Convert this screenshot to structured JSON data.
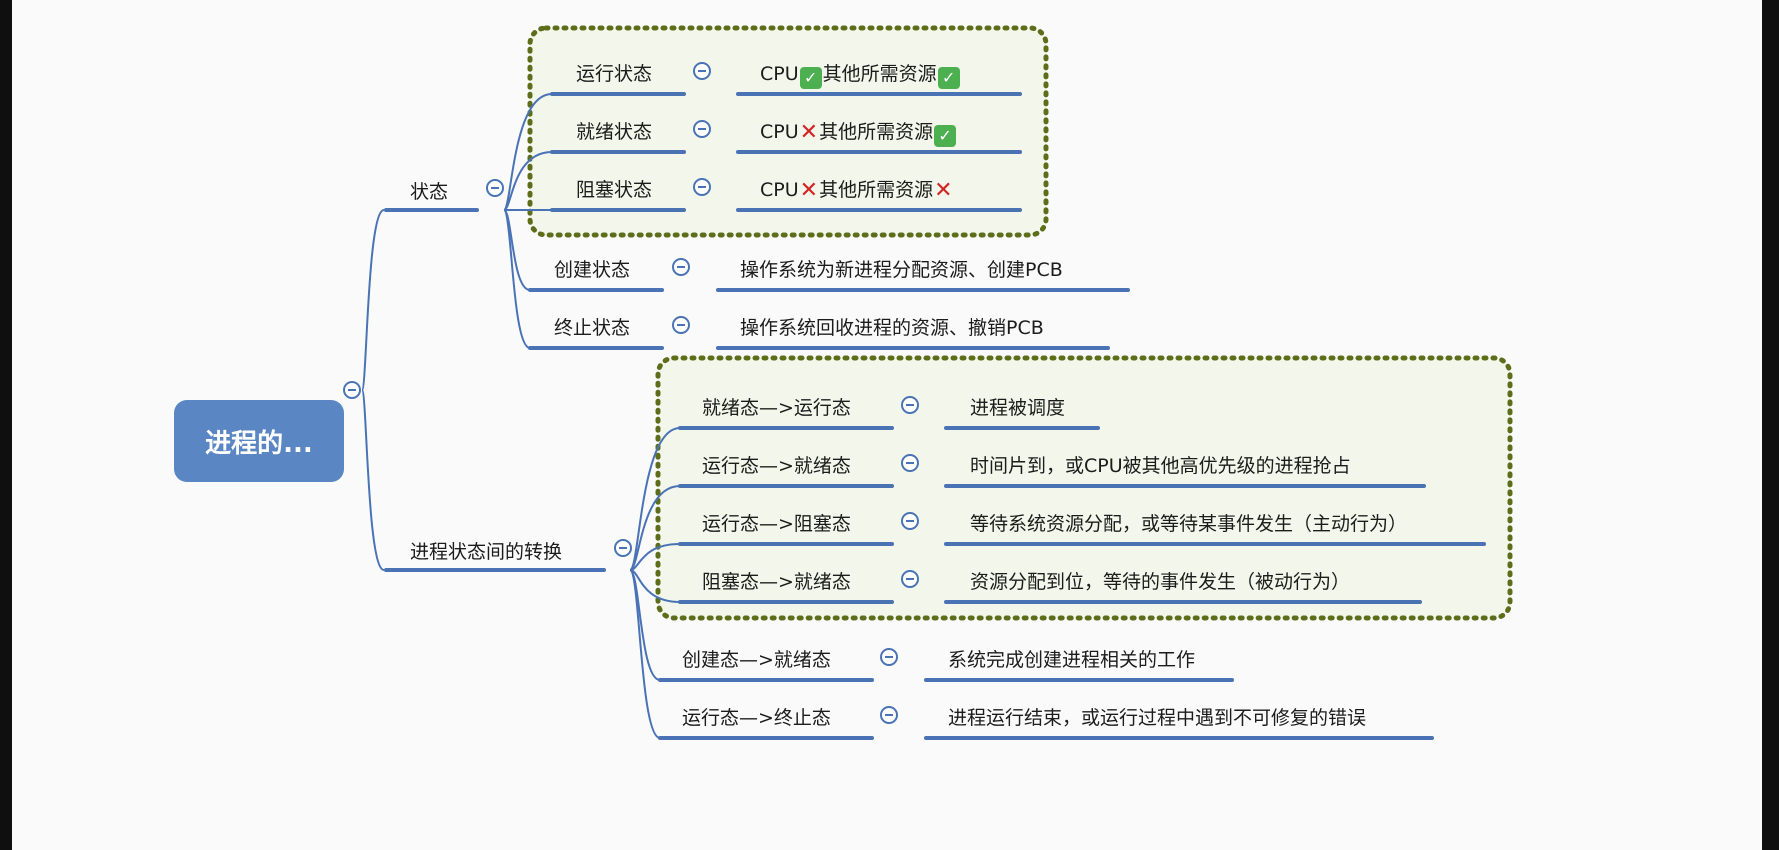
{
  "root": {
    "label": "进程的..."
  },
  "states": {
    "label": "状态",
    "group": [
      {
        "label": "运行状态",
        "cpu": "CPU",
        "other": "其他所需资源",
        "cpu_ok": true,
        "other_ok": true
      },
      {
        "label": "就绪状态",
        "cpu": "CPU",
        "other": "其他所需资源",
        "cpu_ok": false,
        "other_ok": true
      },
      {
        "label": "阻塞状态",
        "cpu": "CPU",
        "other": "其他所需资源",
        "cpu_ok": false,
        "other_ok": false
      }
    ],
    "extra": [
      {
        "label": "创建状态",
        "desc": "操作系统为新进程分配资源、创建PCB"
      },
      {
        "label": "终止状态",
        "desc": "操作系统回收进程的资源、撤销PCB"
      }
    ]
  },
  "transitions": {
    "label": "进程状态间的转换",
    "group": [
      {
        "label": "就绪态—>运行态",
        "desc": "进程被调度"
      },
      {
        "label": "运行态—>就绪态",
        "desc": "时间片到，或CPU被其他高优先级的进程抢占"
      },
      {
        "label": "运行态—>阻塞态",
        "desc": "等待系统资源分配，或等待某事件发生（主动行为）"
      },
      {
        "label": "阻塞态—>就绪态",
        "desc": "资源分配到位，等待的事件发生（被动行为）"
      }
    ],
    "extra": [
      {
        "label": "创建态—>就绪态",
        "desc": "系统完成创建进程相关的工作"
      },
      {
        "label": "运行态—>终止态",
        "desc": "进程运行结束，或运行过程中遇到不可修复的错误"
      }
    ]
  },
  "colors": {
    "line": "#4a73b6",
    "root_fill": "#5a86c4",
    "group_border": "#5c6e1a",
    "group_fill": "#f3f6ea",
    "check": "#4caf50",
    "cross": "#d12525"
  }
}
